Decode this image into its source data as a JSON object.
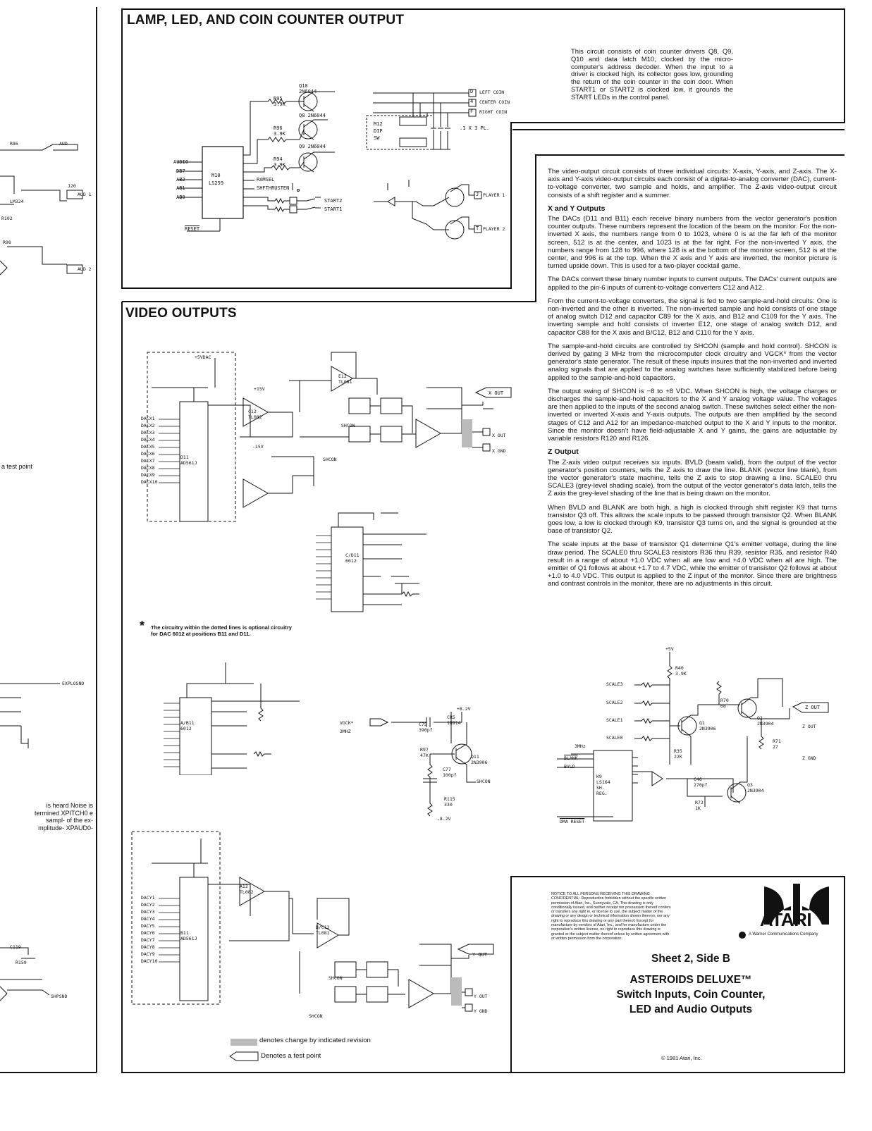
{
  "lamp_section": {
    "title": "LAMP, LED, AND COIN COUNTER OUTPUT",
    "description": "This circuit consists of coin counter drivers Q8, Q9, Q10 and data latch M10, clocked by the micro-computer's address decoder. When the input to a driver is clocked high, its collector goes low, grounding the return of the coin counter in the coin door. When START1 or START2 is clocked low, it grounds the START LEDs in the control panel.",
    "connectors": [
      "LEFT COIN",
      "CENTER COIN",
      "RIGHT COIN",
      "PLAYER 1",
      "PLAYER 2"
    ],
    "connector_pins": [
      "D",
      "4",
      "F",
      "J",
      "T"
    ],
    "latch": [
      "M10",
      "LS259"
    ],
    "latch_inputs": [
      "AUDIO",
      "DB7",
      "AB2",
      "AB1",
      "AB0"
    ],
    "latch_outputs": [
      "RAMSEL",
      "SHFTHRUSTEN"
    ],
    "reset": "RESET",
    "transistors": [
      "Q10 2N6044",
      "Q8 2N6044",
      "Q9 2N6044"
    ],
    "resistors": [
      "R95 3.9K",
      "R96 3.9K",
      "R94 3.9K"
    ],
    "starts": [
      "START2",
      "START1"
    ],
    "dip": [
      "M12",
      "DIP",
      "SW"
    ],
    "cap_note": ".1 X 3 PL."
  },
  "video_section": {
    "title": "VIDEO OUTPUTS",
    "intro": "The video-output circuit consists of three individual circuits: X-axis, Y-axis, and Z-axis. The X-axis and Y-axis video-output circuits each consist of a digital-to-analog converter (DAC), current-to-voltage converter, two sample and holds, and amplifier. The Z-axis video-output circuit consists of a shift register and a summer.",
    "xy_heading": "X and Y Outputs",
    "xy_paragraphs": [
      "The DACs (D11 and B11) each receive binary numbers from the vector generator's position counter outputs. These numbers represent the location of the beam on the monitor. For the non-inverted X axis, the numbers range from 0 to 1023, where 0 is at the far left of the monitor screen, 512 is at the center, and 1023 is at the far right. For the non-inverted Y axis, the numbers range from 128 to 996, where 128 is at the bottom of the monitor screen, 512 is at the center, and 996 is at the top. When the X axis and Y axis are inverted, the monitor picture is turned upside down. This is used for a two-player cocktail game.",
      "The DACs convert these binary number inputs to current outputs. The DACs' current outputs are applied to the pin-6 inputs of current-to-voltage converters C12 and A12.",
      "From the current-to-voltage converters, the signal is fed to two sample-and-hold circuits: One is non-inverted and the other is inverted. The non-inverted sample and hold consists of one stage of analog switch D12 and capacitor C89 for the X axis, and B12 and C109 for the Y axis. The inverting sample and hold consists of inverter E12, one stage of analog switch D12, and capacitor C88 for the X axis and B/C12, B12 and C110 for the Y axis.",
      "The sample-and-hold circuits are controlled by SHCON (sample and hold control). SHCON is derived by gating 3 MHz from the microcomputer clock circuitry and VGCK* from the vector generator's state generator. The result of these inputs insures that the non-inverted and inverted analog signals that are applied to the analog switches have sufficiently stabilized before being applied to the sample-and-hold capacitors.",
      "The output swing of SHCON is −8 to +8 VDC. When SHCON is high, the voltage charges or discharges the sample-and-hold capacitors to the X and Y analog voltage value. The voltages are then applied to the inputs of the second analog switch. These switches select either the non-inverted or inverted X-axis and Y-axis outputs. The outputs are then amplified by the second stages of C12 and A12 for an impedance-matched output to the X and Y inputs to the monitor. Since the monitor doesn't have field-adjustable X and Y gains, the gains are adjustable by variable resistors R120 and R126."
    ],
    "z_heading": "Z Output",
    "z_paragraphs": [
      "The Z-axis video output receives six inputs. BVLD (beam valid), from the output of the vector generator's position counters, tells the Z axis to draw the line. BLANK (vector line blank), from the vector generator's state machine, tells the Z axis to stop drawing a line. SCALE0 thru SCALE3 (grey-level shading scale), from the output of the vector generator's data latch, tells the Z axis the grey-level shading of the line that is being drawn on the monitor.",
      "When BVLD and BLANK are both high, a high is clocked through shift register K9 that turns transistor Q3 off. This allows the scale inputs to be passed through transistor Q2. When BLANK goes low, a low is clocked through K9, transistor Q3 turns on, and the signal is grounded at the base of transistor Q2.",
      "The scale inputs at the base of transistor Q1 determine Q1's emitter voltage, during the line draw period. The SCALE0 thru SCALE3 resistors R36 thru R39, resistor R35, and resistor R40 result in a range of about +1.0 VDC when all are low and +4.0 VDC when all are high. The emitter of Q1 follows at about +1.7 to 4.7 VDC, while the emitter of transistor Q2 follows at about +1.0 to 4.0 VDC. This output is applied to the Z input of the monitor. Since there are brightness and contrast controls in the monitor, there are no adjustments in this circuit."
    ],
    "dac_note": "The circuitry within the dotted lines is optional circuitry for DAC 6012 at positions B11 and D11.",
    "dac_note_star": "*",
    "outputs": [
      "X OUT",
      "X GND",
      "Y OUT",
      "Y GND",
      "Z OUT",
      "Z GND"
    ],
    "dacx_inputs": [
      "DACX1",
      "DACX2",
      "DACX3",
      "DACX4",
      "DACX5",
      "DACX6",
      "DACX7",
      "DACX8",
      "DACX9",
      "DACX10"
    ],
    "dacy_inputs": [
      "DACY1",
      "DACY2",
      "DACY3",
      "DACY4",
      "DACY5",
      "DACY6",
      "DACY7",
      "DACY8",
      "DACY9",
      "DACY10"
    ],
    "dac_chip_labels": [
      "D11 AD561J",
      "B11 AD561J",
      "C/D11 6012",
      "A/B11 6012"
    ],
    "opamp_labels": [
      "C12 TL082",
      "E12 TL081",
      "A12 TL082",
      "B/C12 TL081"
    ],
    "z_inputs": [
      "SCALE3",
      "SCALE2",
      "SCALE1",
      "SCALE0",
      "3MHz",
      "BLANK",
      "BVLD",
      "DMA RESET"
    ],
    "z_parts": [
      "K9 LS164 SH. REG.",
      "Q1 2N3906",
      "Q2 2N3904",
      "Q3 2N3904",
      "R40 3.9K",
      "R70 68",
      "R35 22K",
      "R71 27",
      "C46 270pf",
      "R72 1K"
    ],
    "shcon_parts": [
      "VGCK*",
      "3MHZ",
      "C75 390pf",
      "CR5 1N914",
      "Q11 2N3906",
      "R97 47K",
      "C77 100pf",
      "R115 330",
      "SHCON",
      "+8.2V",
      "-8.2V"
    ],
    "supply_labels": [
      "+5VDAC",
      "+15V",
      "-15V",
      "+5V"
    ]
  },
  "left_fragment": {
    "labels": [
      "R86",
      "AUD",
      "J20",
      "AUD 1",
      "R102",
      "LM324",
      "R98",
      "AUD 2",
      "a test point",
      "EXPLOSND",
      "SHPSND",
      "C119",
      "R159"
    ],
    "text": "is heard Noise is termined XPITCH0 e sampl- of the ex- mplitude- XPAUD0-"
  },
  "legend": {
    "revision_text": "denotes change by indicated revision",
    "test_point_text": "Denotes a test point"
  },
  "title_block": {
    "notice": "NOTICE TO ALL PERSONS RECEIVING THIS DRAWING CONFIDENTIAL: Reproduction forbidden without the specific written permission of Atari, Inc., Sunnyvale, CA. This drawing is only conditionally issued, and neither receipt nor possession thereof confers or transfers any right in, or license to use, the subject matter of the drawing or any design or technical information shown thereon, nor any right to reproduce this drawing or any part thereof. Except for manufacture by vendors of Atari, Inc., and for manufacture under the corporation's written license, no right to reproduce this drawing is granted or the subject matter thereof unless by written agreement with or written permission from the corporation.",
    "brand": "ATARI",
    "registered": "®",
    "company": "A Warner Communications Company",
    "sheet": "Sheet 2, Side B",
    "game": "ASTEROIDS DELUXE™",
    "subtitle_line1": "Switch Inputs, Coin Counter,",
    "subtitle_line2": "LED and Audio Outputs",
    "copyright": "© 1981 Atari, Inc."
  }
}
